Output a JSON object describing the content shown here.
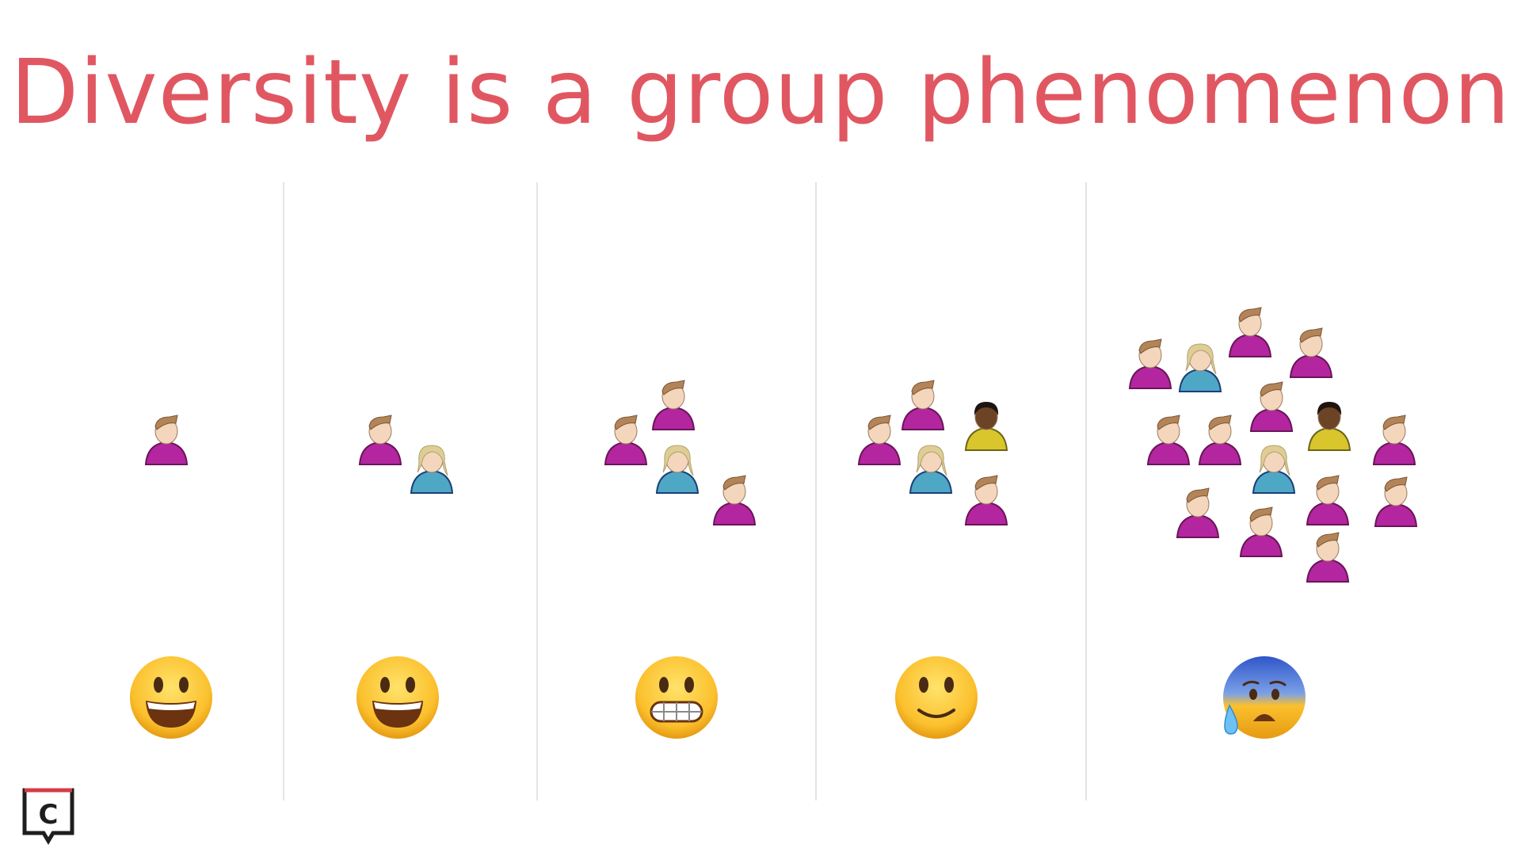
{
  "slide": {
    "title": "Diversity is a group phenomenon"
  },
  "colors": {
    "title": "#e05762",
    "divider": "#e4e4e4",
    "shirt_magenta": "#b3269f",
    "shirt_teal": "#4fa7c6",
    "shirt_yellow": "#d8c62c",
    "skin_light": "#f3d6bb",
    "skin_dark": "#6d4326",
    "hair_brown": "#b28458",
    "hair_blonde": "#dfcd96",
    "logo_red": "#d43c45"
  },
  "columns": [
    {
      "people": [
        "man-magenta"
      ],
      "face": "grinning-face-icon"
    },
    {
      "people": [
        "man-magenta",
        "woman-teal"
      ],
      "face": "grinning-face-icon"
    },
    {
      "people": [
        "man-magenta",
        "man-magenta",
        "woman-teal",
        "man-magenta"
      ],
      "face": "grimacing-face-icon"
    },
    {
      "people": [
        "man-magenta",
        "man-magenta",
        "man-dark-yellow",
        "woman-teal",
        "man-magenta"
      ],
      "face": "slightly-smiling-face-icon"
    },
    {
      "people": [
        "man-magenta",
        "woman-teal",
        "man-magenta",
        "man-magenta",
        "man-magenta",
        "man-magenta",
        "man-magenta",
        "man-dark-yellow",
        "man-magenta",
        "woman-teal",
        "man-magenta",
        "man-magenta",
        "man-magenta",
        "man-magenta",
        "man-magenta"
      ],
      "face": "anxious-face-with-sweat-icon"
    }
  ],
  "logo": {
    "icon": "brand-c-logo-icon",
    "letter": "C"
  }
}
